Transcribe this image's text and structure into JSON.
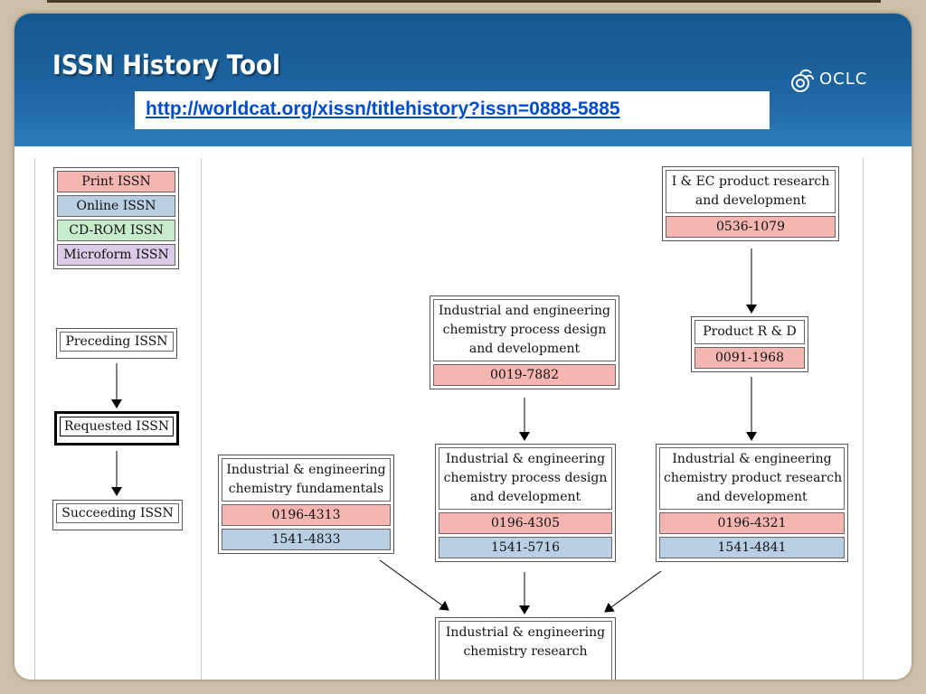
{
  "header": {
    "title": "ISSN History Tool",
    "url": "http://worldcat.org/xissn/titlehistory?issn=0888-5885",
    "logo_text": "OCLC",
    "logo_icon": "oclc-logo-icon"
  },
  "legend": {
    "print": "Print ISSN",
    "online": "Online ISSN",
    "cdrom": "CD-ROM ISSN",
    "microform": "Microform ISSN",
    "preceding": "Preceding ISSN",
    "requested": "Requested ISSN",
    "succeeding": "Succeeding ISSN"
  },
  "colors": {
    "print": "#f5b6b1",
    "online": "#b8cfe4",
    "cdrom": "#c7eccb",
    "microform": "#dbcbe6",
    "header": "#1d64a0",
    "url": "#004cc8"
  },
  "nodes": {
    "iec": {
      "title": [
        "I & EC product research",
        "and development"
      ],
      "print": "0536-1079"
    },
    "prd": {
      "title": [
        "Product R & D"
      ],
      "print": "0091-1968"
    },
    "iecpdd_old": {
      "title": [
        "Industrial and engineering",
        "chemistry process design",
        "and development"
      ],
      "print": "0019-7882"
    },
    "fundamentals": {
      "title": [
        "Industrial & engineering",
        "chemistry fundamentals"
      ],
      "print": "0196-4313",
      "online": "1541-4833"
    },
    "process": {
      "title": [
        "Industrial & engineering",
        "chemistry process design",
        "and development"
      ],
      "print": "0196-4305",
      "online": "1541-5716"
    },
    "product": {
      "title": [
        "Industrial & engineering",
        "chemistry product research",
        "and development"
      ],
      "print": "0196-4321",
      "online": "1541-4841"
    },
    "research": {
      "title": [
        "Industrial & engineering",
        "chemistry research"
      ]
    }
  }
}
